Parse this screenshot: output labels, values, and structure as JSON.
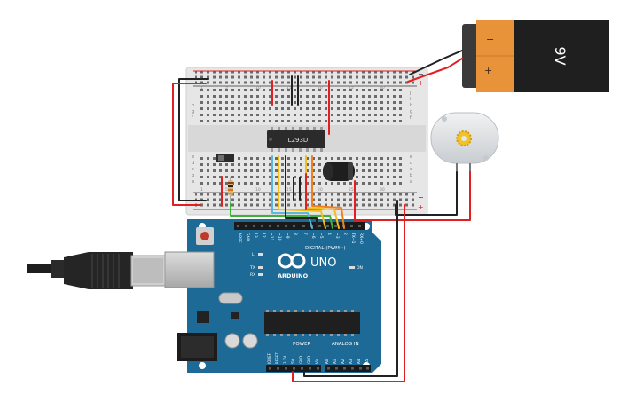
{
  "battery": {
    "voltage_label": "9V",
    "minus_label": "−",
    "plus_label": "+"
  },
  "breadboard": {
    "row_letters_top": [
      "j",
      "i",
      "h",
      "g",
      "f"
    ],
    "row_letters_bottom": [
      "e",
      "d",
      "c",
      "b",
      "a"
    ],
    "col_numbers": [
      "1",
      "5",
      "10",
      "15",
      "20",
      "25",
      "30"
    ],
    "rail_minus": "−",
    "rail_plus": "+"
  },
  "driver_ic": {
    "label": "L293D"
  },
  "arduino": {
    "brand": "ARDUINO",
    "model": "UNO",
    "digital_label": "DIGITAL (PWM~)",
    "power_label": "POWER",
    "analog_label": "ANALOG IN",
    "on_label": "ON",
    "l_label": "L",
    "tx_label": "TX",
    "rx_label": "RX",
    "digital_pins": [
      "AREF",
      "GND",
      "13",
      "12",
      "~11",
      "~10",
      "~9",
      "8",
      "7",
      "~6",
      "~5",
      "4",
      "~3",
      "2",
      "TX→1",
      "RX←0"
    ],
    "power_pins": [
      "IOREF",
      "RESET",
      "3.3V",
      "5V",
      "GND",
      "GND",
      "Vin"
    ],
    "analog_pins": [
      "A0",
      "A1",
      "A2",
      "A3",
      "A4",
      "A5"
    ]
  },
  "colors": {
    "wire_red": "#e02020",
    "wire_black": "#222222",
    "wire_green": "#3cb43c",
    "wire_blue": "#58b8e0",
    "wire_yellow": "#f0c020",
    "wire_orange": "#f08020",
    "board_blue": "#1d6a96",
    "battery_orange": "#e8923a"
  }
}
